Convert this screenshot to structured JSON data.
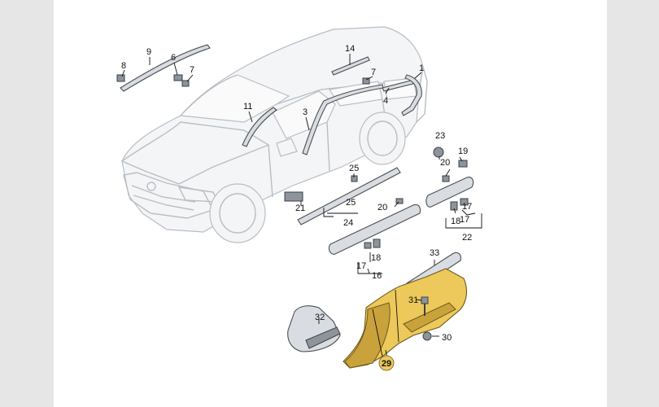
{
  "diagram": {
    "highlight_color": "#ecc95a",
    "highlight_stroke": "#6e5a1e",
    "part_color": "#d9dde1",
    "car_outline_color": "#b9bec4",
    "labels": {
      "l1": "1",
      "l3": "3",
      "l4": "4",
      "l6": "6",
      "l7a": "7",
      "l7b": "7",
      "l8": "8",
      "l9": "9",
      "l11": "11",
      "l14": "14",
      "l16": "16",
      "l17a": "17",
      "l17b": "17",
      "l17c": "17",
      "l18a": "18",
      "l18b": "18",
      "l19": "19",
      "l20a": "20",
      "l20b": "20",
      "l21": "21",
      "l22": "22",
      "l23": "23",
      "l24": "24",
      "l25a": "25",
      "l25b": "25",
      "l29": "29",
      "l30": "30",
      "l31": "31",
      "l32": "32",
      "l33": "33"
    }
  }
}
